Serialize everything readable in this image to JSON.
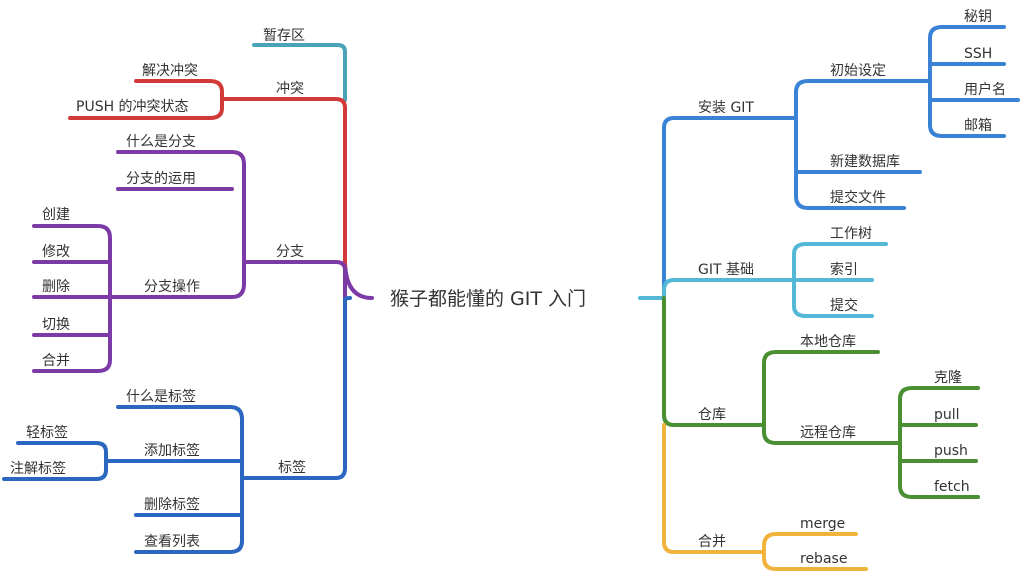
{
  "colors": {
    "text": "#333333",
    "push_pull_red": "#d23a3a",
    "stash_teal": "#4aa3b8",
    "branch_purple": "#7b3aa6",
    "tag_blue": "#2b67c0",
    "install_blue": "#3a82d6",
    "basics_cyan": "#52b8d6",
    "repo_green": "#4a8f32",
    "merge_yellow": "#f0b43c"
  },
  "root": {
    "label": "猴子都能懂的 GIT 入门"
  },
  "left": {
    "stash": {
      "label": "暂存区"
    },
    "conflict": {
      "label": "冲突",
      "children": [
        {
          "label": "解决冲突"
        },
        {
          "label": "PUSH 的冲突状态"
        }
      ]
    },
    "branch": {
      "label": "分支",
      "children": [
        {
          "label": "什么是分支"
        },
        {
          "label": "分支的运用"
        },
        {
          "label": "分支操作",
          "children": [
            {
              "label": "创建"
            },
            {
              "label": "修改"
            },
            {
              "label": "删除"
            },
            {
              "label": "切换"
            },
            {
              "label": "合并"
            }
          ]
        }
      ]
    },
    "tag": {
      "label": "标签",
      "children": [
        {
          "label": "什么是标签"
        },
        {
          "label": "添加标签",
          "children": [
            {
              "label": "轻标签"
            },
            {
              "label": "注解标签"
            }
          ]
        },
        {
          "label": "删除标签"
        },
        {
          "label": "查看列表"
        }
      ]
    }
  },
  "right": {
    "install": {
      "label": "安装 GIT",
      "children": [
        {
          "label": "初始设定",
          "children": [
            {
              "label": "秘钥"
            },
            {
              "label": "SSH"
            },
            {
              "label": "用户名"
            },
            {
              "label": "邮箱"
            }
          ]
        },
        {
          "label": "新建数据库"
        },
        {
          "label": "提交文件"
        }
      ]
    },
    "basics": {
      "label": "GIT 基础",
      "children": [
        {
          "label": "工作树"
        },
        {
          "label": "索引"
        },
        {
          "label": "提交"
        }
      ]
    },
    "repo": {
      "label": "仓库",
      "children": [
        {
          "label": "本地仓库"
        },
        {
          "label": "远程仓库",
          "children": [
            {
              "label": "克隆"
            },
            {
              "label": "pull"
            },
            {
              "label": "push"
            },
            {
              "label": "fetch"
            }
          ]
        }
      ]
    },
    "merge": {
      "label": "合并",
      "children": [
        {
          "label": "merge"
        },
        {
          "label": "rebase"
        }
      ]
    }
  }
}
